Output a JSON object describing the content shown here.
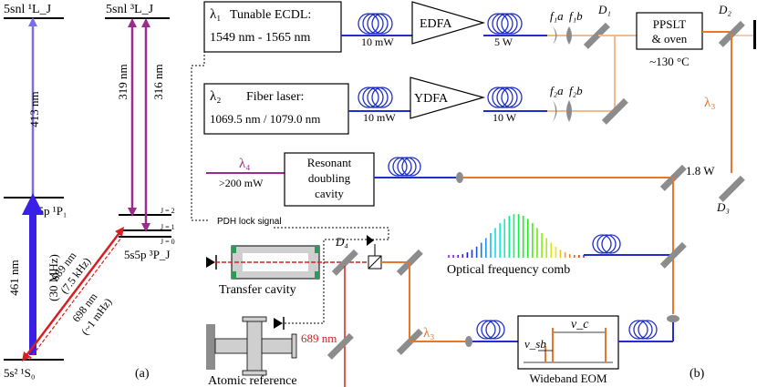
{
  "colors": {
    "level": "#000000",
    "transition_413": "#7a6ee6",
    "transition_461": "#3a1fe6",
    "transition_319_316": "#9a2c8e",
    "transition_689": "#d62020",
    "beam_1550": "#1f2fc8",
    "beam_orange": "#e8762b",
    "beam_light_orange": "#f5b98a",
    "beam_purple": "#9a2c8e",
    "mirror": "#8c8c8c"
  },
  "panel_a": {
    "level_5snl1LJ": "5snl ¹L_J",
    "level_5snl3LJ": "5snl ³L_J",
    "level_5s5p1P1": "5s5p ¹P₁",
    "level_5s5p3PJ": "5s5p ³P_J",
    "level_ground": "5s² ¹S₀",
    "j2": "J = 2",
    "j1": "J = 1",
    "j0": "J = 0",
    "t413": "413 nm",
    "t461": "461 nm",
    "t461_width": "(30 MHz)",
    "t319": "319 nm",
    "t316": "316 nm",
    "t689": "689 nm",
    "t689_width": "(7.5 kHz)",
    "t698": "698 nm",
    "t698_width": "(~1 mHz)",
    "label": "(a)"
  },
  "panel_b": {
    "lambda1": "λ₁",
    "laser1_name": "Tunable ECDL:",
    "laser1_range": "1549 nm - 1565 nm",
    "power_10mw_1": "10 mW",
    "edfa": "EDFA",
    "power_5w": "5 W",
    "f1a": "f₁a",
    "f1b": "f₁b",
    "d1": "D₁",
    "ppslt_line1": "PPSLT",
    "ppslt_line2": "& oven",
    "oven_temp": "~130 °C",
    "d2": "D₂",
    "lambda2": "λ₂",
    "laser2_name": "Fiber laser:",
    "laser2_range": "1069.5 nm / 1079.0 nm",
    "power_10mw_2": "10 mW",
    "ydfa": "YDFA",
    "power_10w": "10 W",
    "f2a": "f₂a",
    "f2b": "f₂b",
    "lambda3": "λ₃",
    "lambda4": "λ₄",
    "power_200mw": ">200 mW",
    "cavity_line1": "Resonant",
    "cavity_line2": "doubling",
    "cavity_line3": "cavity",
    "power_18w": "1.8 W",
    "d3": "D₃",
    "pdh": "PDH lock signal",
    "d4": "D₄",
    "transfer_cavity": "Transfer cavity",
    "comb": "Optical frequency comb",
    "lambda3_lower": "λ₃",
    "nm689": "689 nm",
    "atomic_reference": "Atomic reference",
    "nu_c": "ν_c",
    "nu_sb": "ν_sb",
    "eom": "Wideband EOM",
    "label": "(b)"
  }
}
